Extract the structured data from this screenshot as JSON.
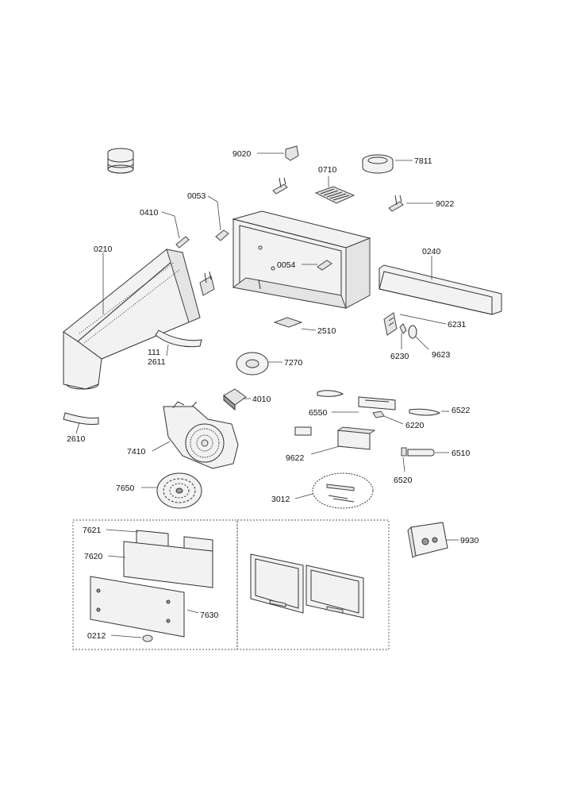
{
  "parts": {
    "p9020": "9020",
    "p7811": "7811",
    "p0710": "0710",
    "p0053": "0053",
    "p9022": "9022",
    "p0410": "0410",
    "p0210": "0210",
    "p0054": "0054",
    "p0240": "0240",
    "p6231": "6231",
    "p2510": "2510",
    "p111": "111",
    "p2611": "2611",
    "p6230": "6230",
    "p9623": "9623",
    "p7270": "7270",
    "p4010": "4010",
    "p6550": "6550",
    "p6522": "6522",
    "p6220": "6220",
    "p2610": "2610",
    "p7410": "7410",
    "p9622": "9622",
    "p6510": "6510",
    "p6520": "6520",
    "p7650": "7650",
    "p3012": "3012",
    "p7621": "7621",
    "p7620": "7620",
    "p9930": "9930",
    "p7630": "7630",
    "p0212": "0212"
  }
}
